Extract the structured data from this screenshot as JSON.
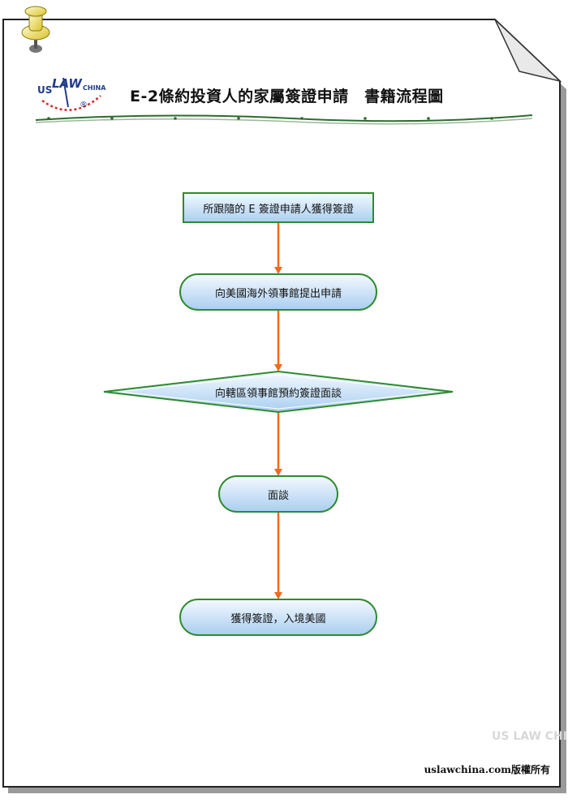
{
  "header": {
    "title": "E-2條約投資人的家屬簽證申請　書籍流程圖",
    "logo": {
      "us": "US",
      "law": "LAW",
      "china": "CHINA",
      "reg": "®"
    }
  },
  "flowchart": {
    "nodes": [
      {
        "id": "step1",
        "shape": "rectangle",
        "label": "所跟隨的 E 簽證申請人獲得簽證"
      },
      {
        "id": "step2",
        "shape": "rounded",
        "label": "向美國海外領事館提出申請"
      },
      {
        "id": "step3",
        "shape": "diamond",
        "label": "向轄區領事館預約簽證面談"
      },
      {
        "id": "step4",
        "shape": "rounded",
        "label": "面談"
      },
      {
        "id": "step5",
        "shape": "rounded",
        "label": "獲得簽證，入境美國"
      }
    ],
    "edges": [
      {
        "from": "step1",
        "to": "step2"
      },
      {
        "from": "step2",
        "to": "step3"
      },
      {
        "from": "step3",
        "to": "step4"
      },
      {
        "from": "step4",
        "to": "step5"
      }
    ],
    "colors": {
      "node_stroke": "#2e8b2e",
      "node_fill_top": "#eaf4ff",
      "node_fill_bottom": "#a9cef0",
      "edge": "#f06a1e"
    }
  },
  "footer": {
    "watermark": "US LAW CHINA",
    "copyright": "uslawchina.com版權所有"
  }
}
